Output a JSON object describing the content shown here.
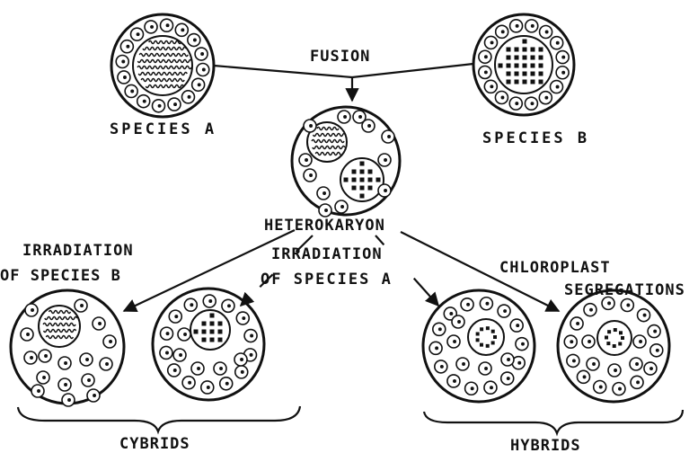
{
  "labels": {
    "fusion": "FUSION",
    "species_a": "SPECIES A",
    "species_b": "SPECIES B",
    "heterokaryon": "HETEROKARYON",
    "irradiation_b_line1": "IRRADIATION",
    "irradiation_b_line2": "OF SPECIES B",
    "irradiation_a_line1": "IRRADIATION",
    "irradiation_a_line2": "OF SPECIES A",
    "chloroplast_line1": "CHLOROPLAST",
    "chloroplast_line2": "SEGREGATIONS",
    "cybrids": "CYBRIDS",
    "hybrids": "HYBRIDS"
  },
  "colors": {
    "ink": "#111111",
    "background": "#ffffff"
  }
}
